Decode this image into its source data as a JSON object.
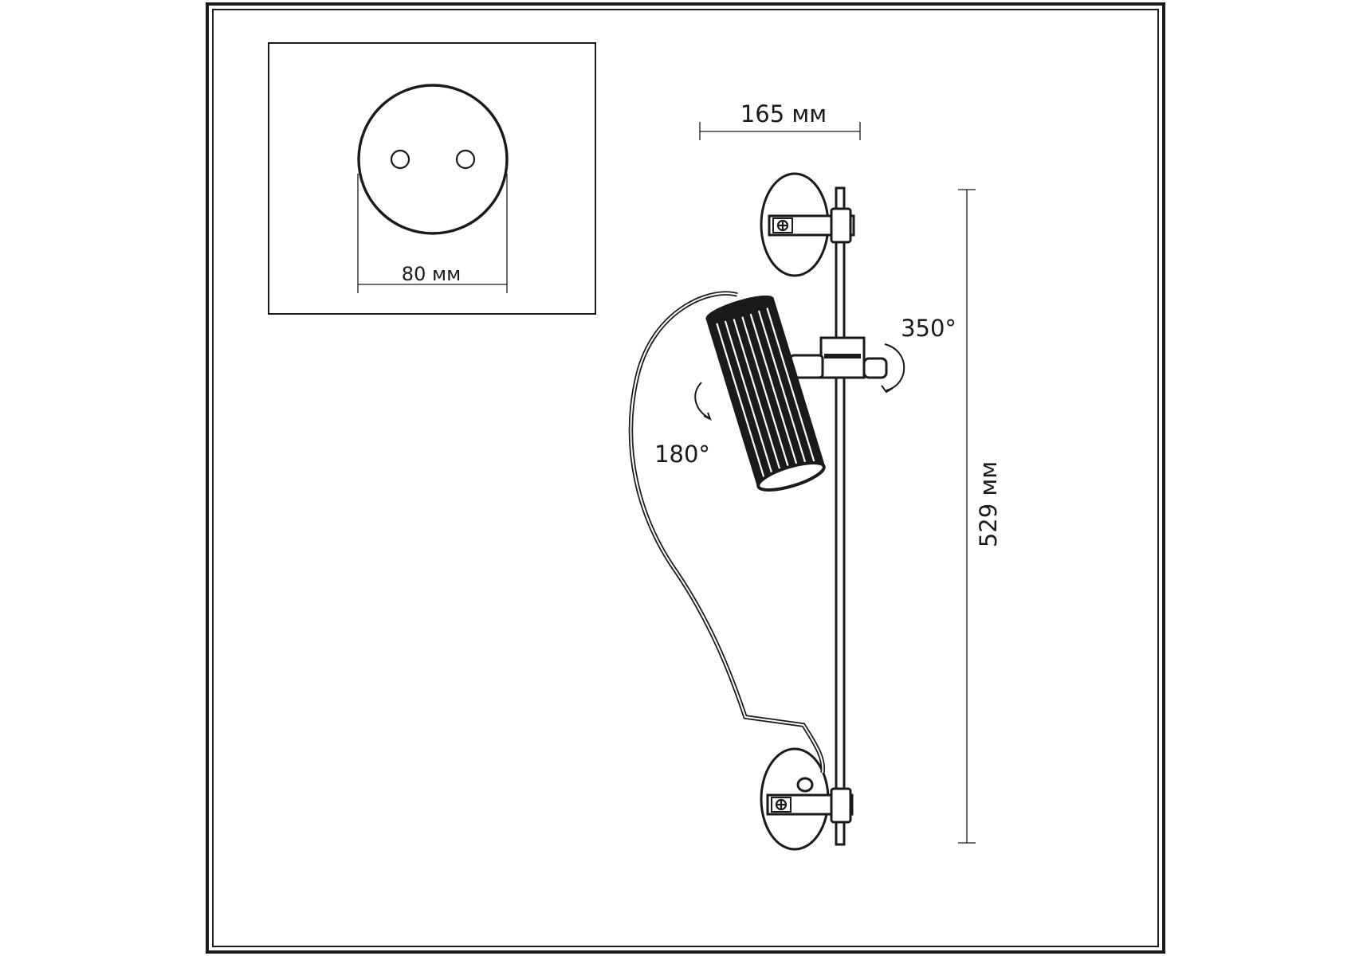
{
  "dimensions": {
    "plate_diameter": "80 мм",
    "width": "165 мм",
    "height": "529 мм",
    "rotation_horizontal": "350°",
    "rotation_vertical": "180°"
  }
}
